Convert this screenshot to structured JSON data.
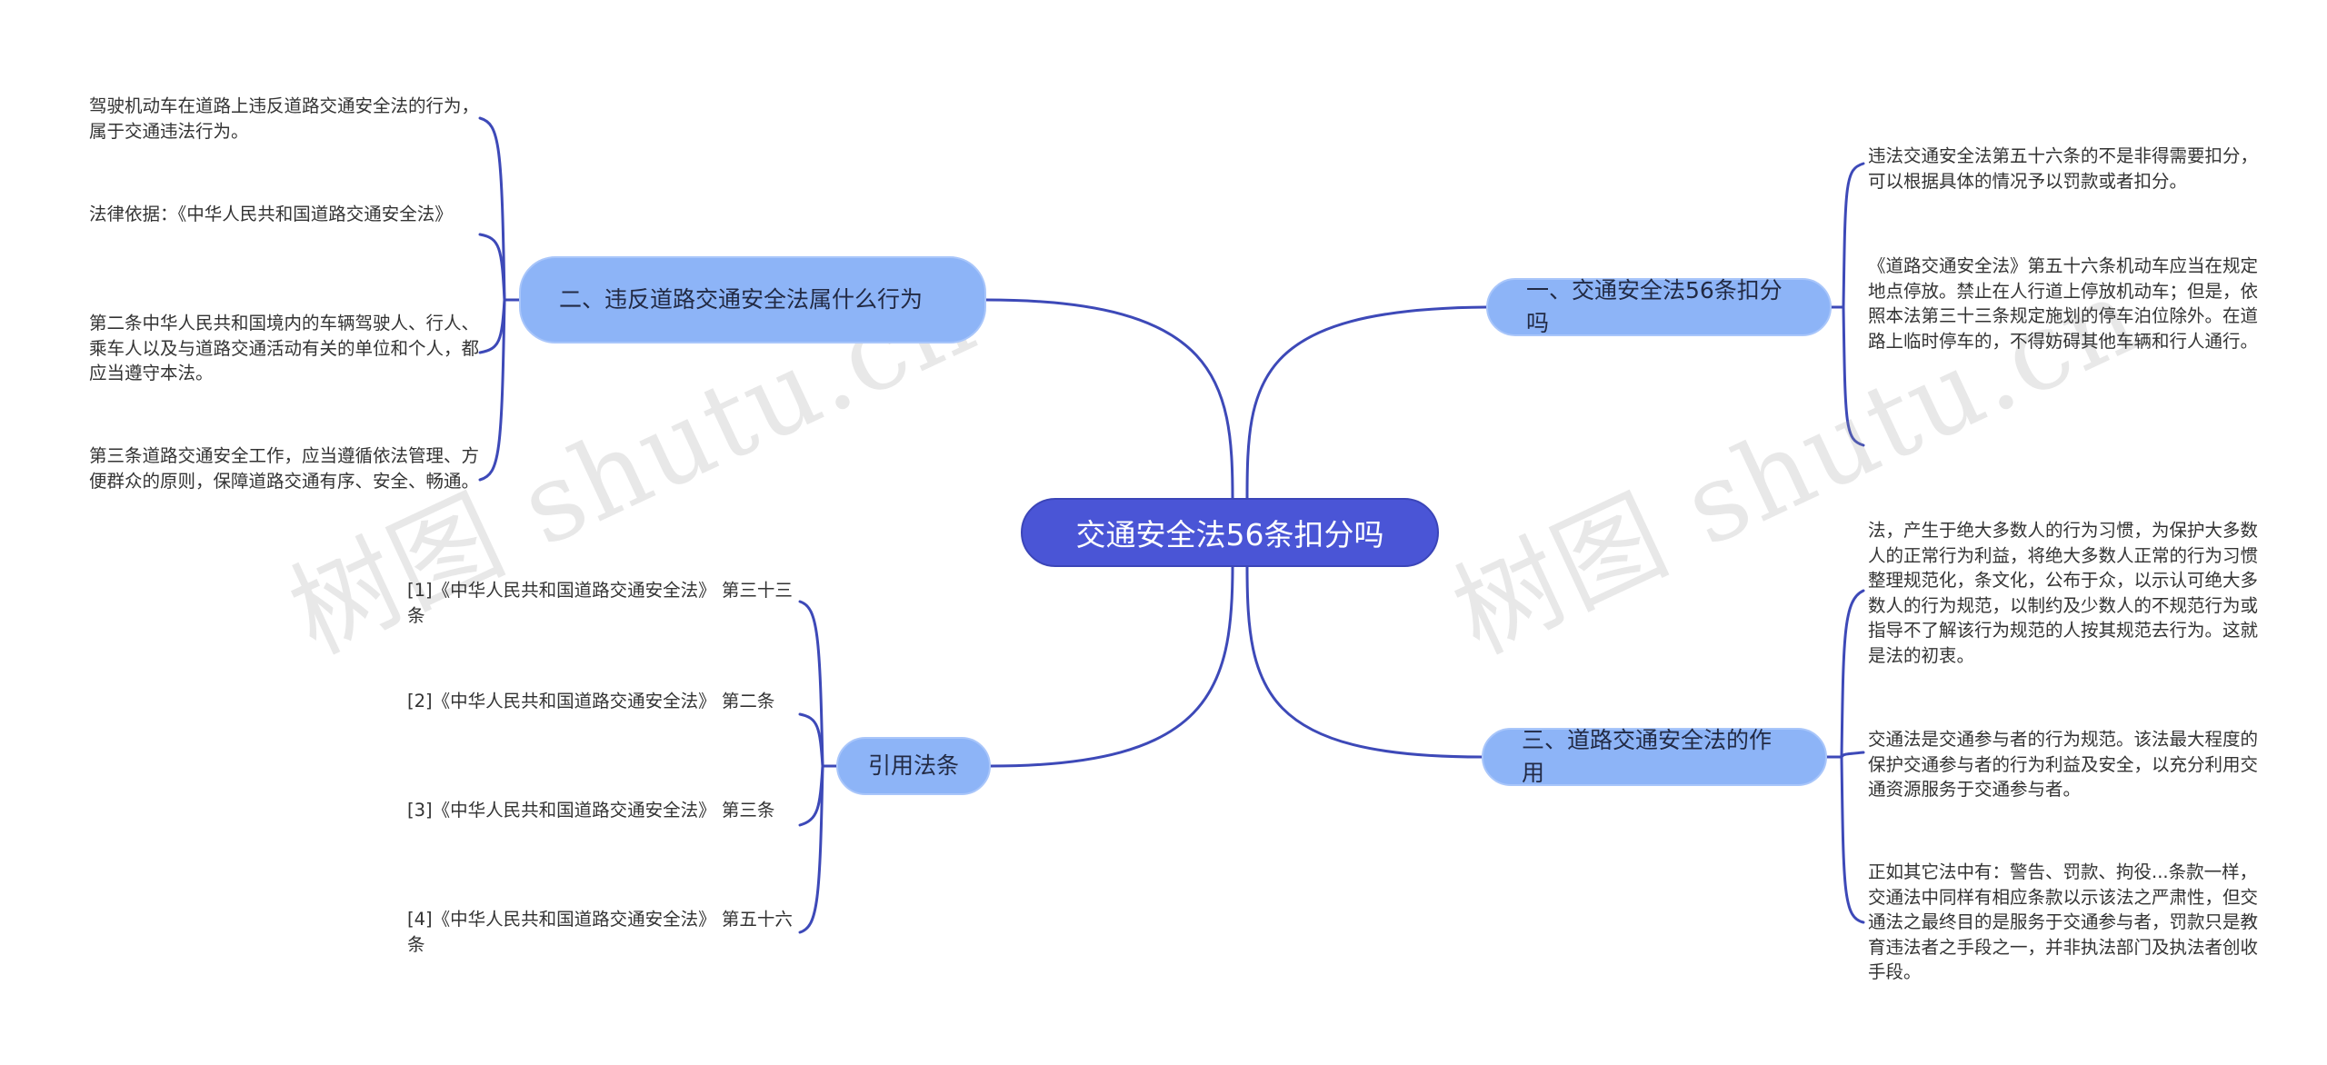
{
  "watermark": "树图 shutu.cn",
  "root": "交通安全法56条扣分吗",
  "branches": {
    "b1": {
      "label": "一、交通安全法56条扣分吗",
      "leaves": [
        "违法交通安全法第五十六条的不是非得需要扣分，可以根据具体的情况予以罚款或者扣分。",
        "《道路交通安全法》第五十六条机动车应当在规定地点停放。禁止在人行道上停放机动车；但是，依照本法第三十三条规定施划的停车泊位除外。在道路上临时停车的，不得妨碍其他车辆和行人通行。"
      ]
    },
    "b2": {
      "label": "二、违反道路交通安全法属什么行为",
      "leaves": [
        "驾驶机动车在道路上违反道路交通安全法的行为，属于交通违法行为。",
        "法律依据：《中华人民共和国道路交通安全法》",
        "第二条中华人民共和国境内的车辆驾驶人、行人、乘车人以及与道路交通活动有关的单位和个人，都应当遵守本法。",
        "第三条道路交通安全工作，应当遵循依法管理、方便群众的原则，保障道路交通有序、安全、畅通。"
      ]
    },
    "b3": {
      "label": "三、道路交通安全法的作用",
      "leaves": [
        "法，产生于绝大多数人的行为习惯，为保护大多数人的正常行为利益，将绝大多数人正常的行为习惯整理规范化，条文化，公布于众，以示认可绝大多数人的行为规范，以制约及少数人的不规范行为或指导不了解该行为规范的人按其规范去行为。这就是法的初衷。",
        "交通法是交通参与者的行为规范。该法最大程度的保护交通参与者的行为利益及安全，以充分利用交通资源服务于交通参与者。",
        "正如其它法中有：警告、罚款、拘役...条款一样，交通法中同样有相应条款以示该法之严肃性，但交通法之最终目的是服务于交通参与者，罚款只是教育违法者之手段之一，并非执法部门及执法者创收手段。"
      ]
    },
    "b4": {
      "label": "引用法条",
      "leaves": [
        "[1]《中华人民共和国道路交通安全法》 第三十三条",
        "[2]《中华人民共和国道路交通安全法》 第二条",
        "[3]《中华人民共和国道路交通安全法》 第三条",
        "[4]《中华人民共和国道路交通安全法》 第五十六条"
      ]
    }
  },
  "colors": {
    "root_fill": "#4a55d6",
    "branch_fill": "#8db4f7",
    "link": "#3d49b8"
  }
}
